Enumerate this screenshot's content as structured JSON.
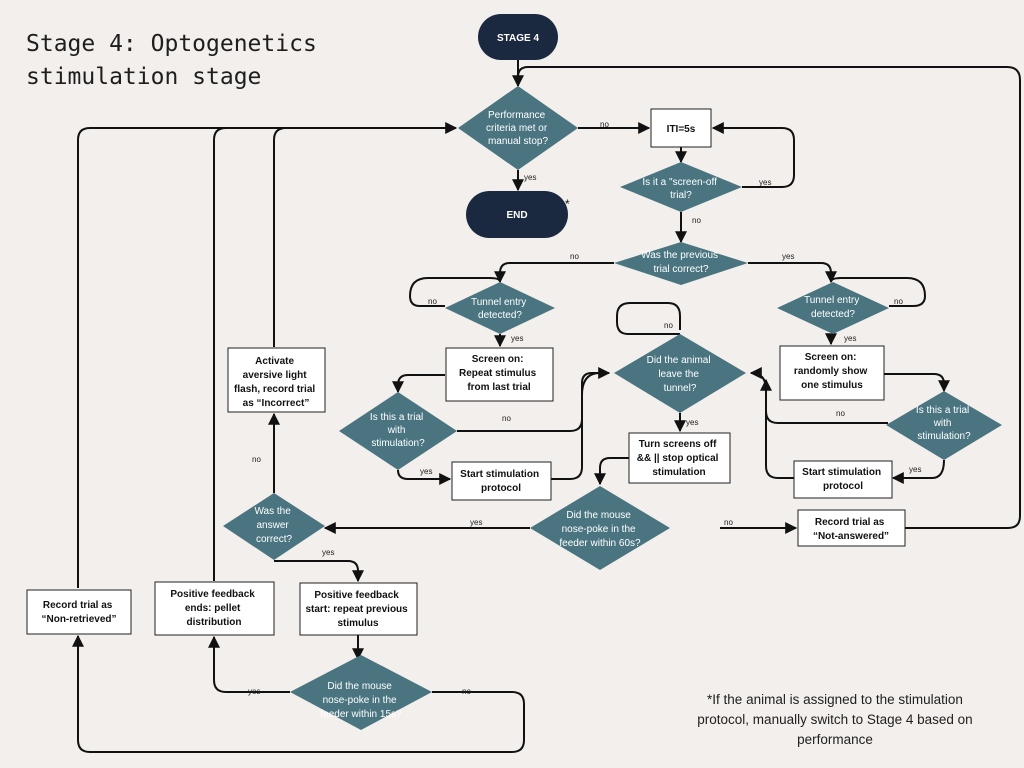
{
  "title": "Stage 4: Optogenetics stimulation stage",
  "title_lines": [
    "Stage 4: Optogenetics",
    "stimulation stage"
  ],
  "footnote": "*If the animal is assigned to the stimulation protocol, manually switch to Stage 4 based on performance",
  "colors": {
    "background": "#f3efec",
    "diamond": "#4a7580",
    "pill": "#1b2940",
    "box_border": "#222222",
    "line": "#111111"
  },
  "nodes": {
    "stage4": "STAGE 4",
    "end": "END",
    "end_mark": "*",
    "perf": [
      "Performance",
      "criteria met or",
      "manual stop?"
    ],
    "iti": "ITI=5s",
    "screen_off": [
      "Is it a \"screen-off",
      "trial?"
    ],
    "prev_correct": [
      "Was the previous",
      "trial correct?"
    ],
    "tunnel_left": [
      "Tunnel entry",
      "detected?"
    ],
    "tunnel_right": [
      "Tunnel entry",
      "detected?"
    ],
    "repeat_box": [
      "Screen on:",
      "Repeat stimulus",
      "from last trial"
    ],
    "random_box": [
      "Screen on:",
      "randomly show",
      "one stimulus"
    ],
    "stim_trial_left": [
      "Is this a trial",
      "with",
      "stimulation?"
    ],
    "stim_trial_right": [
      "Is this a trial",
      "with",
      "stimulation?"
    ],
    "start_stim_left": [
      "Start stimulation",
      "protocol"
    ],
    "start_stim_right": [
      "Start stimulation",
      "protocol"
    ],
    "leave_tunnel": [
      "Did the animal",
      "leave the",
      "tunnel?"
    ],
    "turn_off": [
      "Turn screens off",
      "&& || stop optical",
      "stimulation"
    ],
    "nosepoke60": [
      "Did the mouse",
      "nose-poke in the",
      "feeder within 60s?"
    ],
    "not_answered": [
      "Record trial as",
      "“Not-answered”"
    ],
    "answer_correct": [
      "Was the",
      "answer",
      "correct?"
    ],
    "aversive": [
      "Activate",
      "aversive light",
      "flash, record trial",
      "as “Incorrect”"
    ],
    "pf_start": [
      "Positive feedback",
      "start: repeat previous",
      "stimulus"
    ],
    "pf_end": [
      "Positive feedback",
      "ends: pellet",
      "distribution"
    ],
    "non_retrieved": [
      "Record trial as",
      "“Non-retrieved”"
    ],
    "nosepoke15": [
      "Did the mouse",
      "nose-poke in the",
      "feeder within 15s?"
    ]
  },
  "edge_labels": {
    "perf_no": "no",
    "perf_yes": "yes",
    "screen_off_yes": "yes",
    "screen_off_no": "no",
    "prev_no": "no",
    "prev_yes": "yes",
    "tunnel_left_no": "no",
    "tunnel_left_yes": "yes",
    "tunnel_right_no": "no",
    "tunnel_right_yes": "yes",
    "leave_no": "no",
    "leave_yes": "yes",
    "stim_left_no": "no",
    "stim_left_yes": "yes",
    "stim_right_no": "no",
    "stim_right_yes": "yes",
    "np60_yes": "yes",
    "np60_no": "no",
    "answer_no": "no",
    "answer_yes": "yes",
    "np15_yes": "yes",
    "np15_no": "no"
  }
}
